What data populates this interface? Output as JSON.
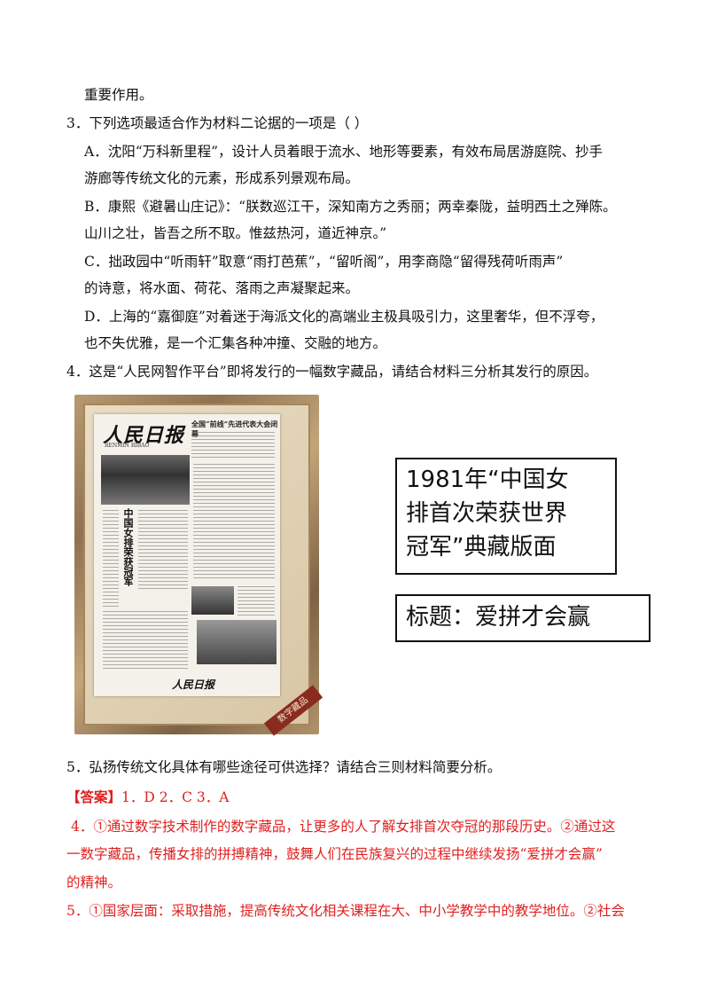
{
  "q2_tail": "重要作用。",
  "q3": {
    "number": "3．",
    "stem": "下列选项最适合作为材料二论据的一项是（    ）",
    "options": [
      {
        "line1": "A．沈阳“万科新里程”，设计人员着眼于流水、地形等要素，有效布局居游庭院、抄手",
        "line2": "游廊等传统文化的元素，形成系列景观布局。"
      },
      {
        "line1": "B．康熙《避暑山庄记》：“朕数巡江干，深知南方之秀丽；两幸秦陇，益明西土之殚陈。",
        "line2": "山川之壮，皆吾之所不取。惟兹热河，道近神京。”"
      },
      {
        "line1": "C．拙政园中“听雨轩”取意“雨打芭蕉”，“留听阁”，用李商隐“留得残荷听雨声”",
        "line2": "的诗意，将水面、荷花、落雨之声凝聚起来。"
      },
      {
        "line1": "D．上海的“嘉御庭”对着迷于海派文化的高端业主极具吸引力，这里奢华，但不浮夸，",
        "line2": "也不失优雅，是一个汇集各种冲撞、交融的地方。"
      }
    ]
  },
  "q4": {
    "number": "4．",
    "stem": "这是“人民网智作平台”即将发行的一幅数字藏品，请结合材料三分析其发行的原因。"
  },
  "image": {
    "masthead": "人民日报",
    "masthead_sub": "RENMIN RIBAO",
    "headline_top": "全国“前线”先进代表大会闭幕",
    "headline_vertical": "中国女排荣获冠军",
    "footer_masthead": "人民日报",
    "stamp": "数字藏品",
    "box1_lines": [
      "1981年“中国女",
      "排首次荣获世界",
      "冠军”典藏版面"
    ],
    "box2": "标题：爱拼才会赢"
  },
  "q5": {
    "number": "5．",
    "stem": "弘扬传统文化具体有哪些途径可供选择？请结合三则材料简要分析。"
  },
  "answers": {
    "label": "【答案】",
    "mc": "1．D      2．C      3．A",
    "a4_line1": "4．①通过数字技术制作的数字藏品，让更多的人了解女排首次夺冠的那段历史。②通过这",
    "a4_line2": "一数字藏品，传播女排的拼搏精神，鼓舞人们在民族复兴的过程中继续发扬“爱拼才会赢”",
    "a4_line3": "的精神。",
    "a5_line1": "5．①国家层面：采取措施，提高传统文化相关课程在大、中小学教学中的教学地位。②社会"
  }
}
